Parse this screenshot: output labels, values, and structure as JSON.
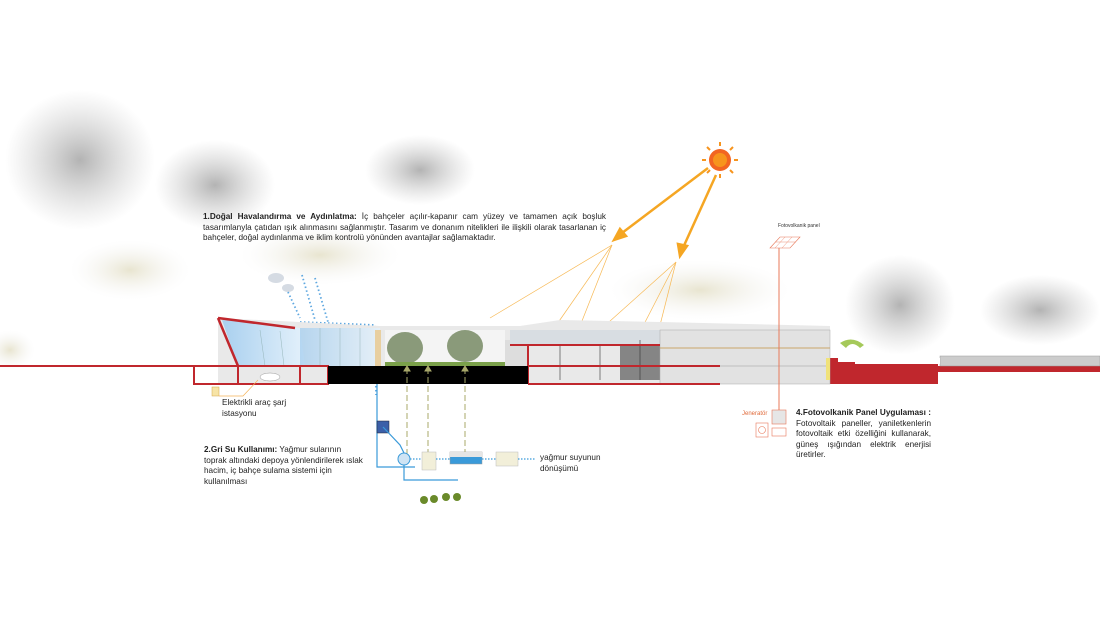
{
  "section1": {
    "title": "1.Doğal Havalandırma ve Aydınlatma:",
    "body": "İç bahçeler açılır-kapanır cam yüzey ve tamamen açık boşluk tasarımlanyla çatıdan ışık alınmasını sağlanmıştır. Tasarım ve donanım nitelikleri ile ilişkili olarak tasarlanan iç bahçeler, doğal aydınlanma ve iklim kontrolü yönünden avantajlar sağlamaktadır."
  },
  "section2": {
    "title": "2.Gri Su Kullanımı:",
    "body": "Yağmur sularının toprak altındaki depoya yönlendirilerek ıslak hacim, iç bahçe sulama sistemi için kullanılması"
  },
  "ev_charging": {
    "label_line1": "Elektrikli araç şarj",
    "label_line2": "istasyonu"
  },
  "rainwater": {
    "label_line1": "yağmur suyunun",
    "label_line2": "dönüşümü"
  },
  "pv_panel_label": "Fotovolkanik panel",
  "generator_label": "Jeneratör",
  "section4": {
    "title": "4.Fotovolkanik Panel Uygulaması :",
    "body": "Fotovoltaik paneller, yaniletkenlerin fotovoltaik etki özelliğini kullanarak, güneş ışığından elektrik enerjisi üretirler."
  },
  "colors": {
    "structure_red": "#c0272d",
    "sun_orange": "#f5a623",
    "water_blue": "#3a9ad9",
    "pv_line": "#e8795a",
    "basement": "#000000"
  }
}
